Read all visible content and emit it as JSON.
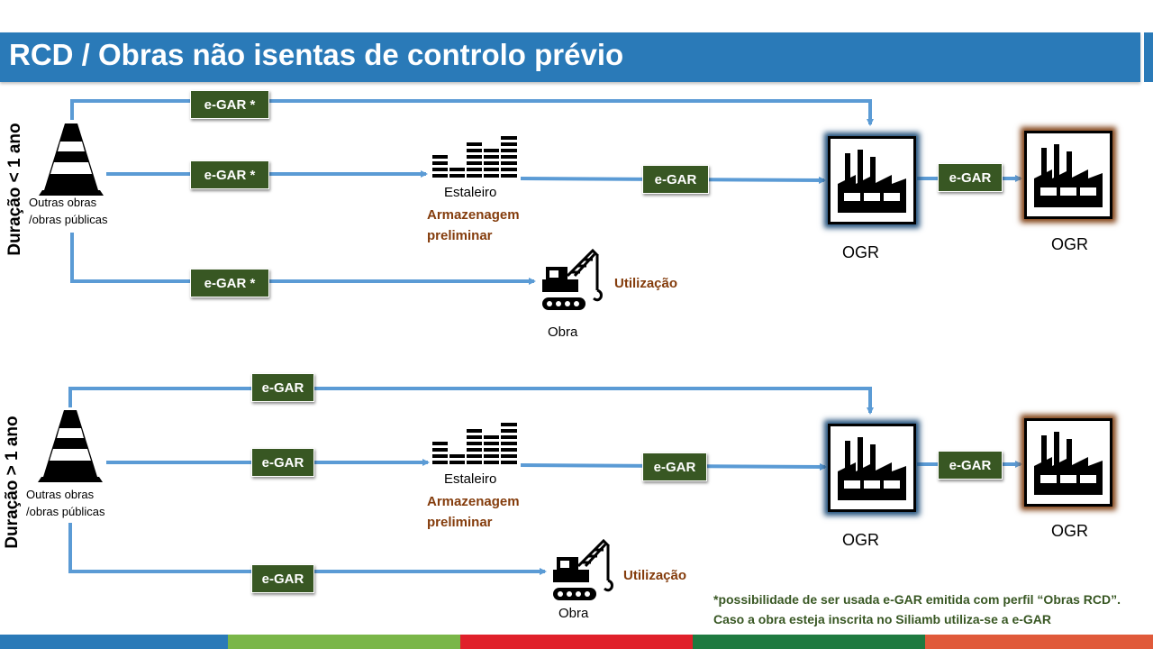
{
  "title": "RCD / Obras não isentas de controlo prévio",
  "sections": [
    {
      "duration_label": "Duração < 1 ano",
      "source_label_line1": "Outras obras",
      "source_label_line2": "/obras públicas",
      "egar_top": "e-GAR *",
      "egar_middle": "e-GAR *",
      "egar_bottom": "e-GAR *",
      "egar_estaleiro_to_ogr": "e-GAR",
      "egar_ogr_to_ogr": "e-GAR",
      "estaleiro_label": "Estaleiro",
      "armazenagem_line1": "Armazenagem",
      "armazenagem_line2": "preliminar",
      "obra_label": "Obra",
      "utilizacao_label": "Utilização",
      "ogr1_label": "OGR",
      "ogr2_label": "OGR"
    },
    {
      "duration_label": "Duração > 1 ano",
      "source_label_line1": "Outras obras",
      "source_label_line2": "/obras públicas",
      "egar_top": "e-GAR",
      "egar_middle": "e-GAR",
      "egar_bottom": "e-GAR",
      "egar_estaleiro_to_ogr": "e-GAR",
      "egar_ogr_to_ogr": "e-GAR",
      "estaleiro_label": "Estaleiro",
      "armazenagem_line1": "Armazenagem",
      "armazenagem_line2": "preliminar",
      "obra_label": "Obra",
      "utilizacao_label": "Utilização",
      "ogr1_label": "OGR",
      "ogr2_label": "OGR"
    }
  ],
  "footnote": "*possibilidade de ser usada e-GAR emitida com perfil “Obras RCD”. Caso a obra esteja inscrita no Siliamb utiliza-se a e-GAR",
  "icons": {
    "source": "traffic-cone-icon",
    "storage": "storage-bars-icon",
    "construction": "crane-icon",
    "facility": "factory-icon"
  },
  "colors": {
    "title_bar": "#2a7ab8",
    "arrow": "#5b9bd5",
    "egar_box": "#385723",
    "brown_text": "#843c0c",
    "footnote_text": "#385723",
    "footer": [
      "#2a7ab8",
      "#7ab648",
      "#e0202a",
      "#1e7a40",
      "#e05a3a"
    ]
  }
}
